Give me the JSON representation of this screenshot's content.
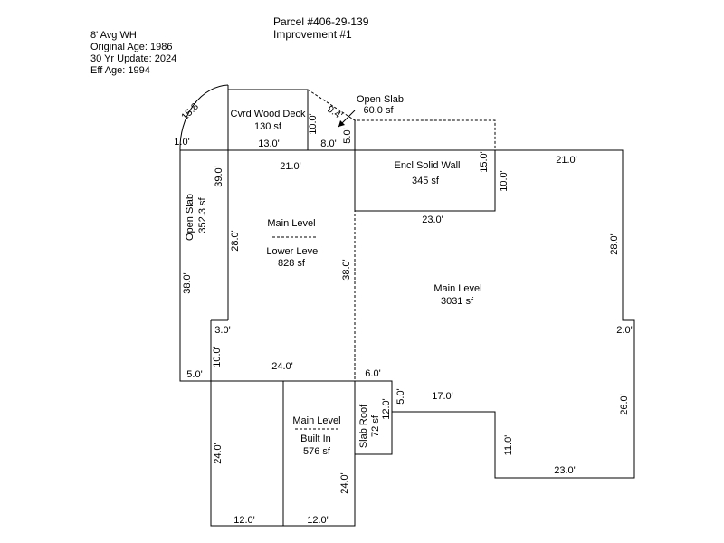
{
  "header": {
    "parcel": "Parcel #406-29-139",
    "improvement": "Improvement #1"
  },
  "meta": {
    "lines": [
      "8' Avg WH",
      "Original Age: 1986",
      "30 Yr Update: 2024",
      "Eff Age: 1994"
    ]
  },
  "areas": {
    "deck": {
      "name": "Cvrd Wood Deck",
      "size": "130 sf"
    },
    "open_slab_top": {
      "name": "Open Slab",
      "size": "60.0 sf"
    },
    "encl_wall": {
      "name": "Encl Solid Wall",
      "size": "345 sf"
    },
    "open_slab_left": {
      "name": "Open Slab",
      "size": "352.3 sf"
    },
    "main_lower": {
      "line1": "Main Level",
      "divider": "-----------",
      "line2": "Lower Level",
      "size": "828 sf"
    },
    "main": {
      "name": "Main Level",
      "size": "3031 sf"
    },
    "built_in": {
      "line1": "Main Level",
      "divider": "-----------",
      "line2": "Built In",
      "size": "576 sf"
    },
    "slab_roof": {
      "name": "Slab Roof",
      "size": "72 sf"
    }
  },
  "dimensions": {
    "arc": "15.8'",
    "d1": "1.0'",
    "deck_top_13": "13.0'",
    "deck_side_10": "10.0'",
    "slab_8": "8.0'",
    "slab_diag": "9.4'",
    "slab_5": "5.0'",
    "top_21": "21.0'",
    "left_39": "39.0'",
    "inner_28": "28.0'",
    "left_38": "38.0'",
    "mid_38": "38.0'",
    "encl_15": "15.0'",
    "encl_10": "10.0'",
    "encl_23": "23.0'",
    "right_top_21": "21.0'",
    "right_28": "28.0'",
    "right_2": "2.0'",
    "right_26": "26.0'",
    "step_3": "3.0'",
    "step_10": "10.0'",
    "step_5": "5.0'",
    "bottom_24": "24.0'",
    "slab_6": "6.0'",
    "slab_12": "12.0'",
    "slab_5b": "5.0'",
    "bottom_17": "17.0'",
    "bottom_11": "11.0'",
    "bottom_23": "23.0'",
    "built_24_left": "24.0'",
    "built_24_right": "24.0'",
    "built_12_a": "12.0'",
    "built_12_b": "12.0'"
  }
}
